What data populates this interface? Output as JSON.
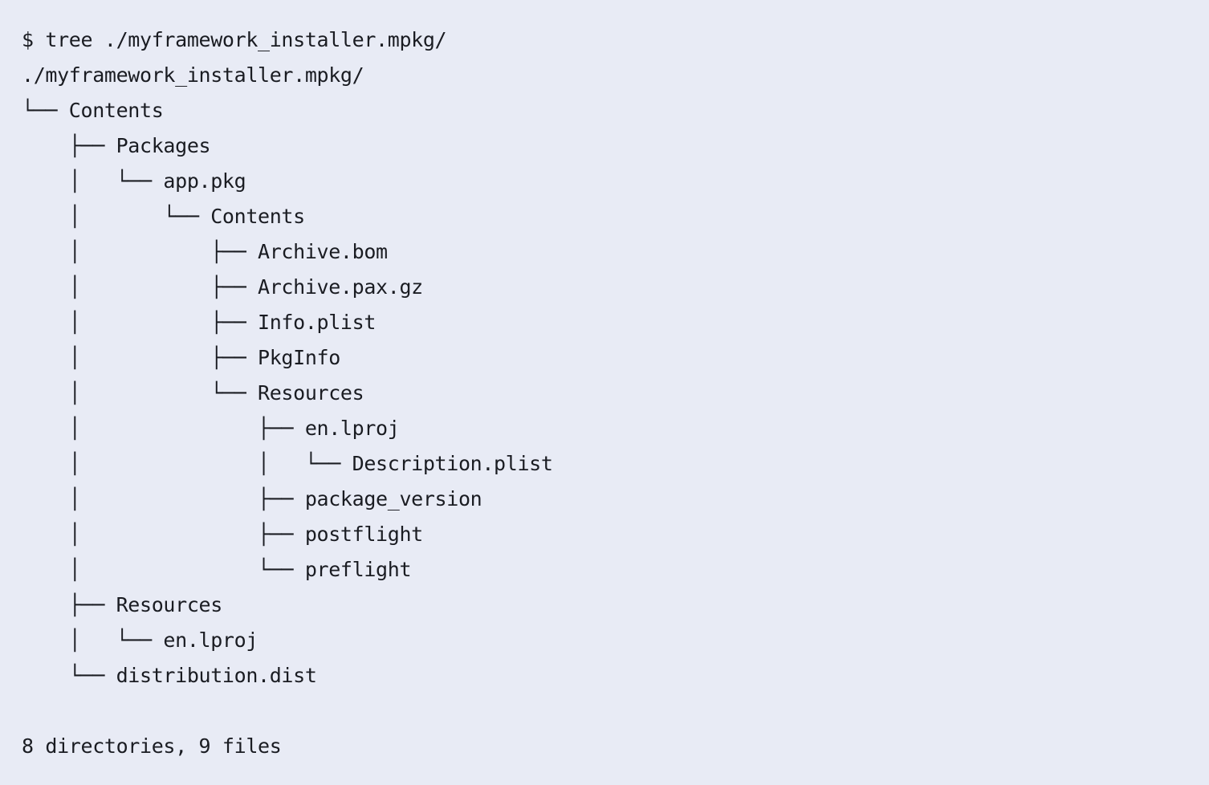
{
  "terminal": {
    "background_color": "#e8ebf5",
    "text_color": "#1a1c22",
    "prompt_symbol": "$",
    "command_line": "$ tree ./myframework_installer.mpkg/",
    "root_line": "./myframework_installer.mpkg/",
    "blank_line": "",
    "summary": "8 directories, 9 files",
    "directory_count": "8",
    "file_count": "9",
    "tree_lines": [
      "└── Contents",
      "    ├── Packages",
      "    │   └── app.pkg",
      "    │       └── Contents",
      "    │           ├── Archive.bom",
      "    │           ├── Archive.pax.gz",
      "    │           ├── Info.plist",
      "    │           ├── PkgInfo",
      "    │           └── Resources",
      "    │               ├── en.lproj",
      "    │               │   └── Description.plist",
      "    │               ├── package_version",
      "    │               ├── postflight",
      "    │               └── preflight",
      "    ├── Resources",
      "    │   └── en.lproj",
      "    └── distribution.dist"
    ],
    "entries": [
      {
        "name": "Contents",
        "type": "directory",
        "depth": 1
      },
      {
        "name": "Packages",
        "type": "directory",
        "depth": 2
      },
      {
        "name": "app.pkg",
        "type": "directory",
        "depth": 3
      },
      {
        "name": "Contents",
        "type": "directory",
        "depth": 4
      },
      {
        "name": "Archive.bom",
        "type": "file",
        "depth": 5
      },
      {
        "name": "Archive.pax.gz",
        "type": "file",
        "depth": 5
      },
      {
        "name": "Info.plist",
        "type": "file",
        "depth": 5
      },
      {
        "name": "PkgInfo",
        "type": "file",
        "depth": 5
      },
      {
        "name": "Resources",
        "type": "directory",
        "depth": 5
      },
      {
        "name": "en.lproj",
        "type": "directory",
        "depth": 6
      },
      {
        "name": "Description.plist",
        "type": "file",
        "depth": 7
      },
      {
        "name": "package_version",
        "type": "file",
        "depth": 6
      },
      {
        "name": "postflight",
        "type": "file",
        "depth": 6
      },
      {
        "name": "preflight",
        "type": "file",
        "depth": 6
      },
      {
        "name": "Resources",
        "type": "directory",
        "depth": 2
      },
      {
        "name": "en.lproj",
        "type": "directory",
        "depth": 3
      },
      {
        "name": "distribution.dist",
        "type": "file",
        "depth": 2
      }
    ]
  }
}
